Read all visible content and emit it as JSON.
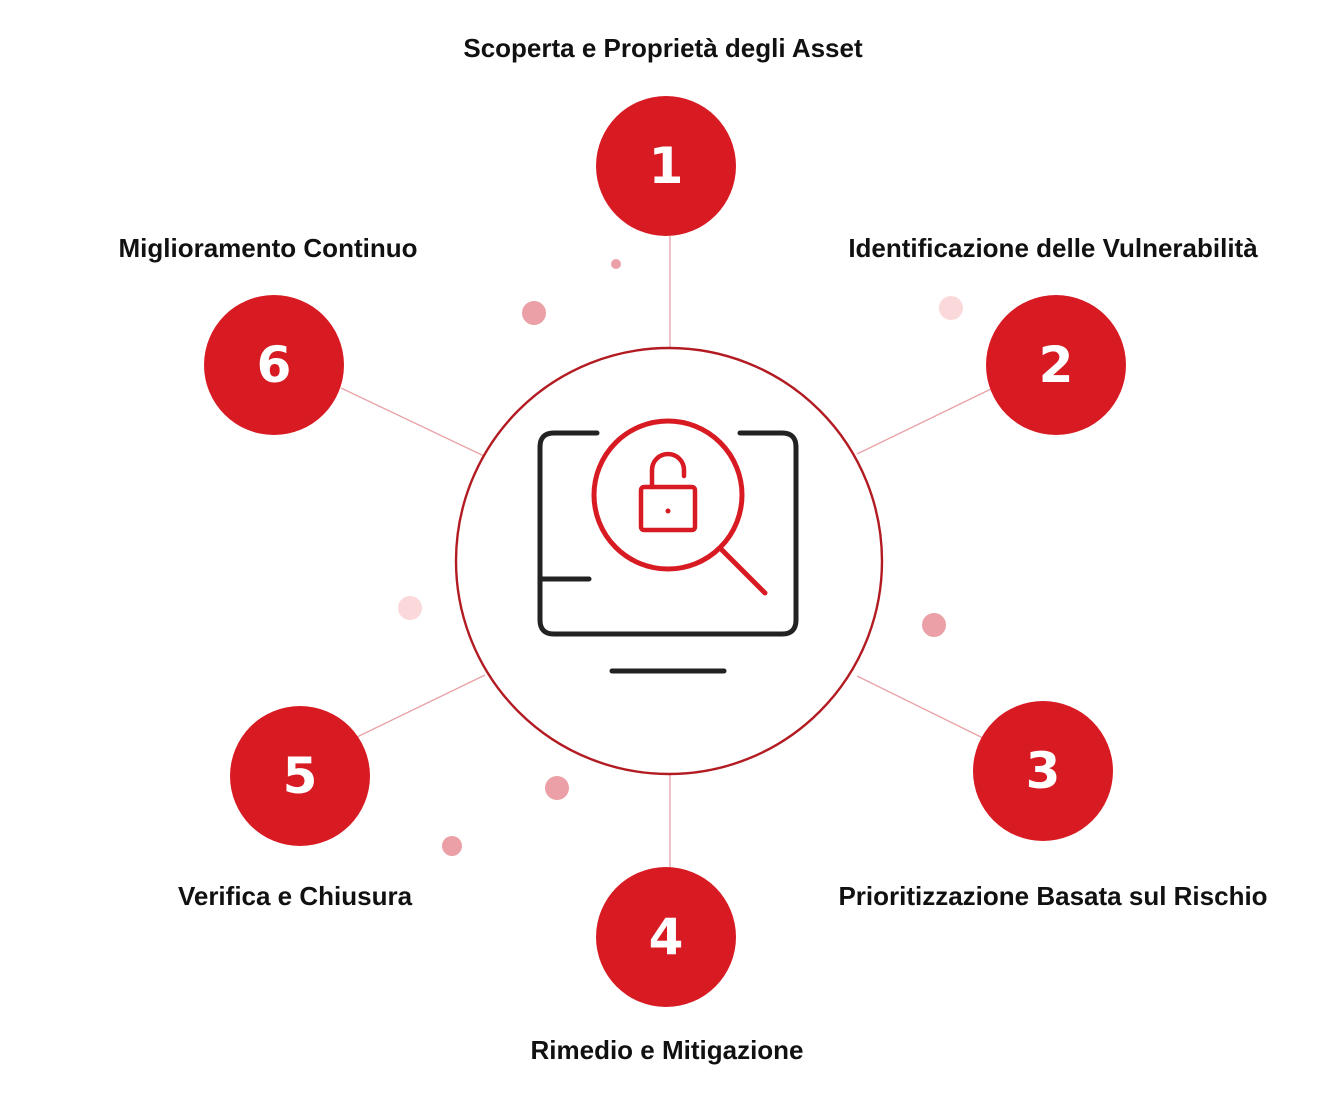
{
  "steps": [
    {
      "number": "1",
      "label": "Scoperta e Proprietà degli Asset"
    },
    {
      "number": "2",
      "label": "Identificazione delle Vulnerabilità"
    },
    {
      "number": "3",
      "label": "Prioritizzazione Basata sul Rischio"
    },
    {
      "number": "4",
      "label": "Rimedio e Mitigazione"
    },
    {
      "number": "5",
      "label": "Verifica e Chiusura"
    },
    {
      "number": "6",
      "label": "Miglioramento Continuo"
    }
  ],
  "center": {
    "icon": "monitor-magnifier-unlocked-padlock-icon"
  },
  "colors": {
    "accent": "#d81b23",
    "hub_ring": "#b31b22",
    "connector": "#e8a3a7",
    "dot_light": "#fbd8da",
    "dot_medium": "#eaa0a6",
    "text": "#111111",
    "icon_stroke": "#222222"
  }
}
